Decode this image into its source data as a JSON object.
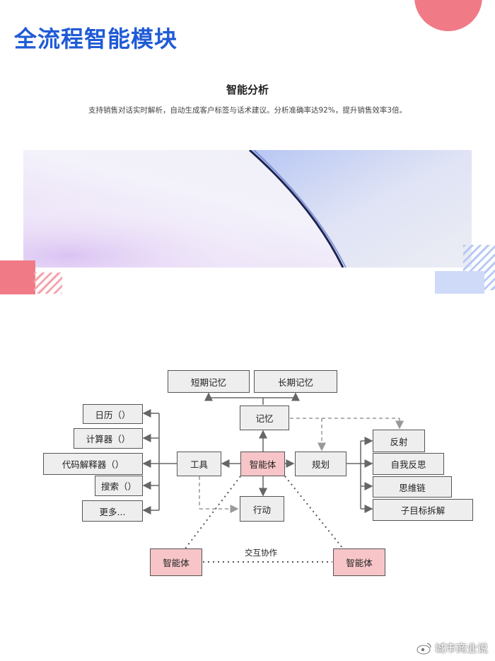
{
  "page": {
    "title": "全流程智能模块",
    "section_heading": "智能分析",
    "section_description": "支持销售对话实时解析，自动生成客户标签与话术建议。分析准确率达92%，提升销售效率3倍。",
    "watermark": "城市商业说"
  },
  "diagram": {
    "nodes": {
      "short_memory": "短期记忆",
      "long_memory": "长期记忆",
      "memory": "记忆",
      "agent_center": "智能体",
      "tools": "工具",
      "planning": "规划",
      "action": "行动",
      "calendar": "日历（）",
      "calculator": "计算器（）",
      "code_interpreter": "代码解释器（）",
      "search": "搜索（）",
      "more": "更多...",
      "reflection": "反射",
      "self_reflection": "自我反思",
      "chain_of_thought": "思维链",
      "subgoal_decomposition": "子目标拆解",
      "agent_left": "智能体",
      "agent_right": "智能体"
    },
    "interaction_label": "交互协作"
  },
  "colors": {
    "title": "#1f5bd6",
    "accent_pink": "#f07b86",
    "agent_fill": "#f7c5c8",
    "box_fill": "#eeeeee"
  }
}
